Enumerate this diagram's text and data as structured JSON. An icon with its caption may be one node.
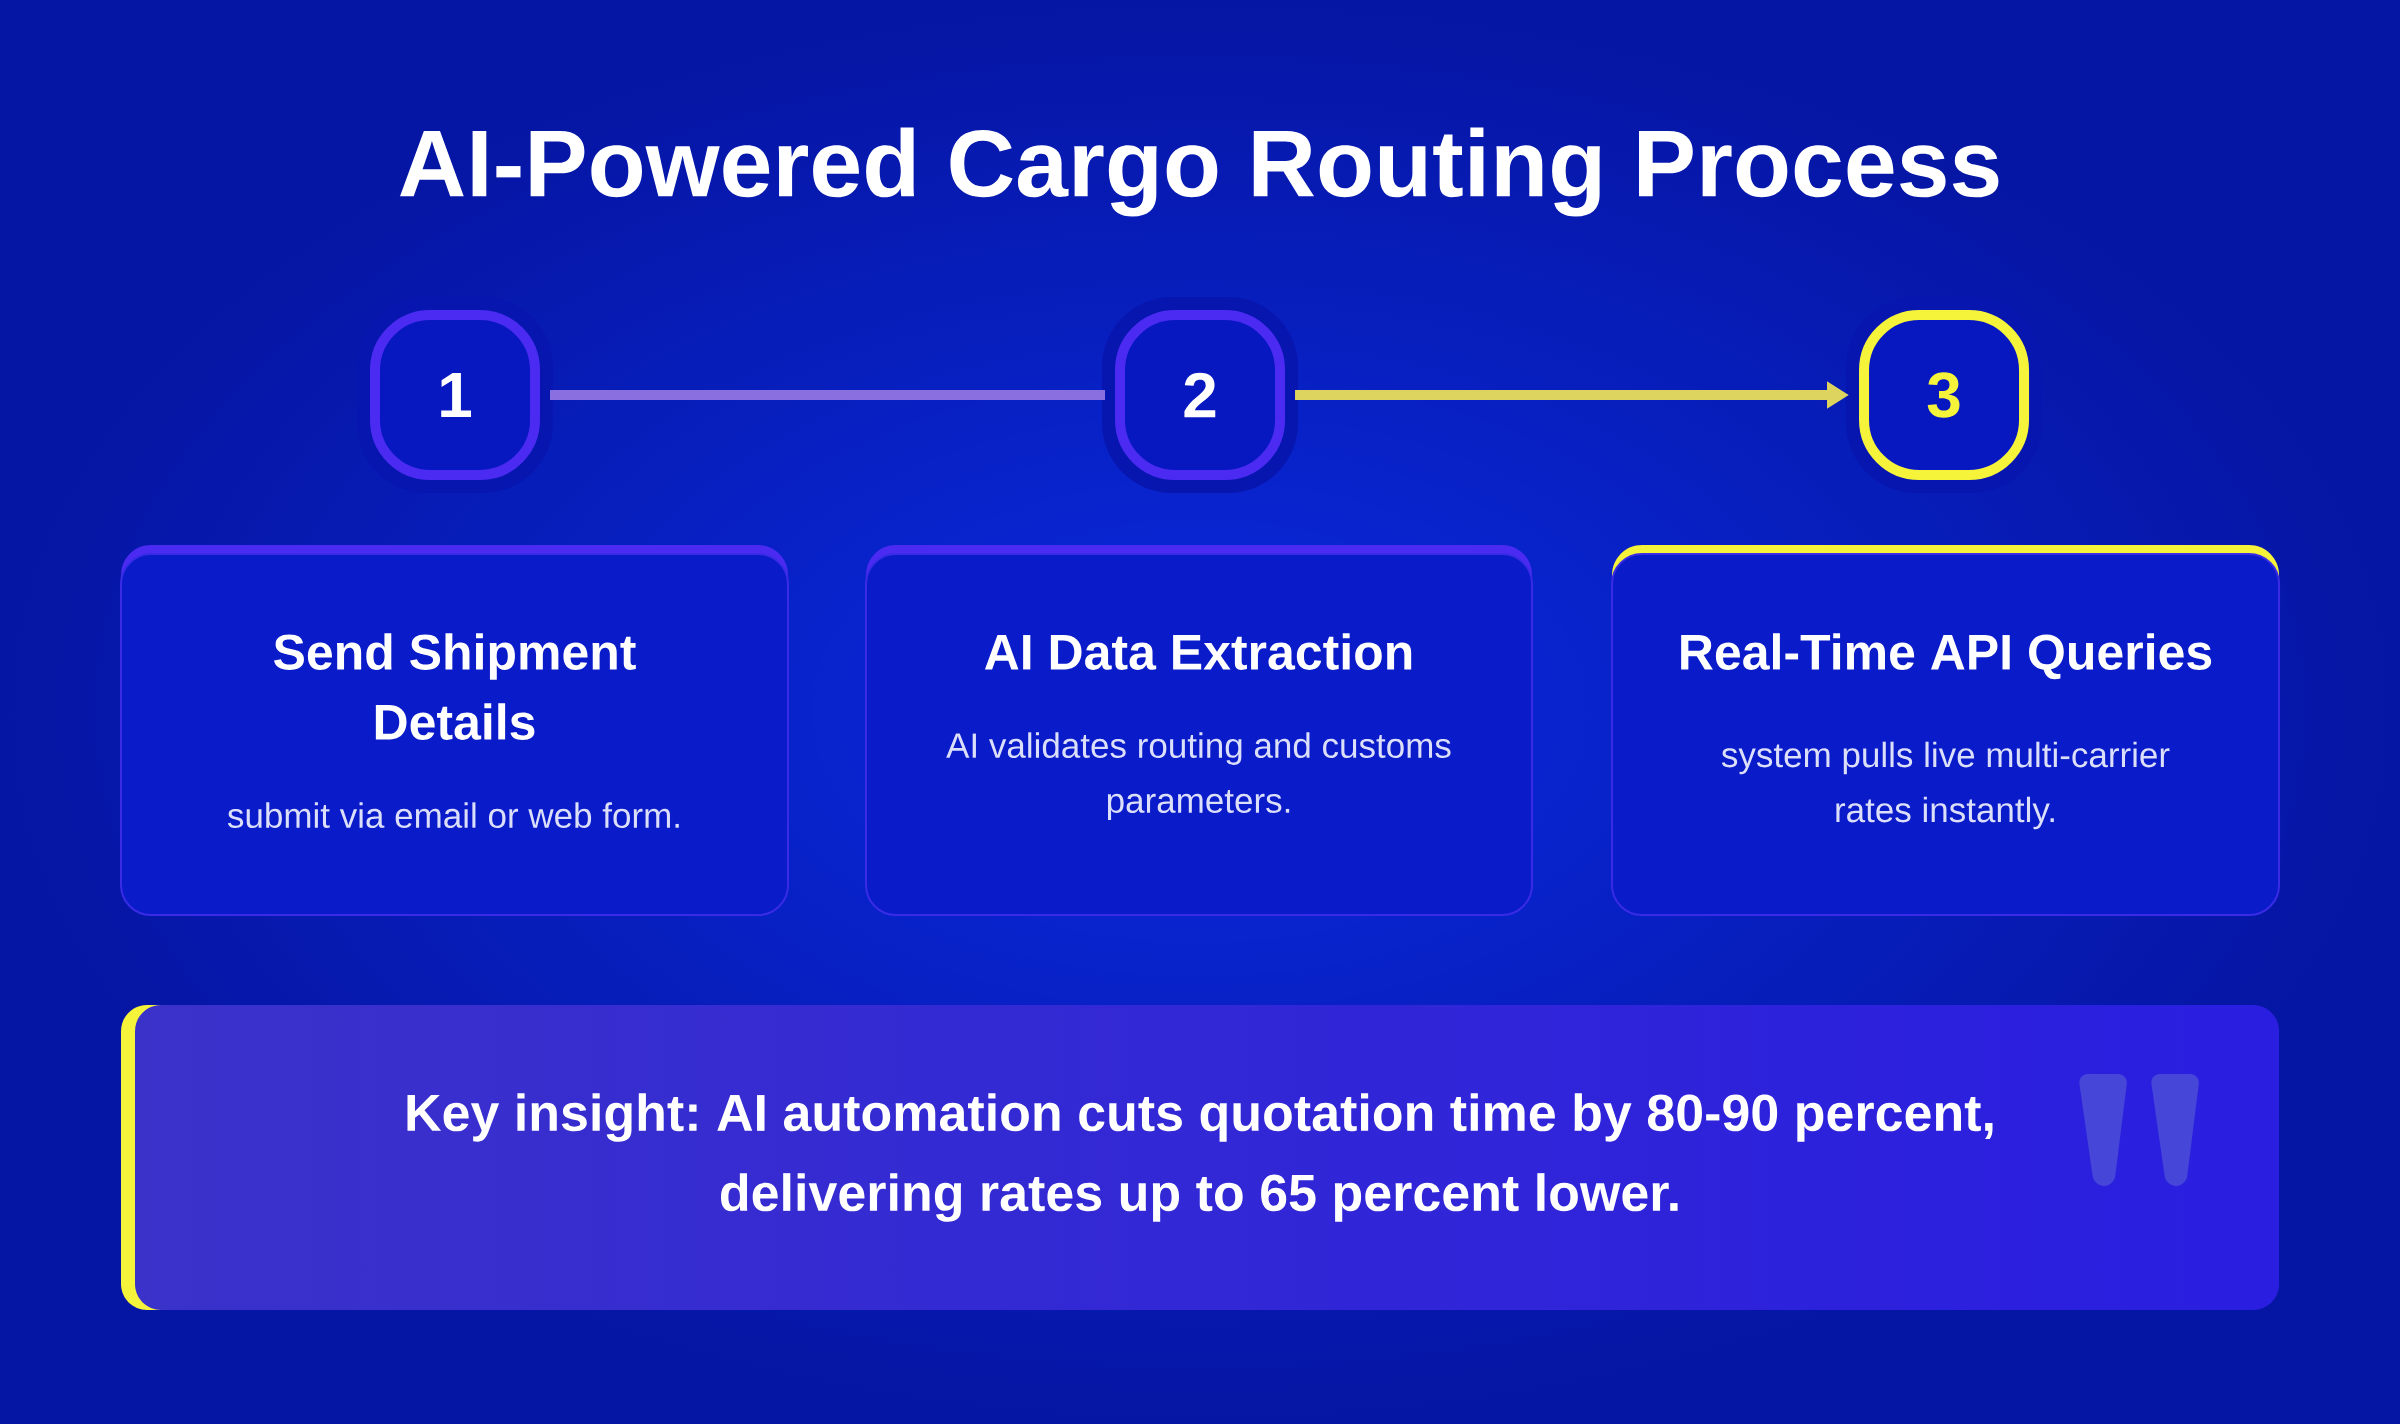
{
  "diagram": {
    "title": "AI-Powered Cargo Routing Process",
    "nodes": [
      {
        "text": [
          "1"
        ]
      },
      {
        "text": [
          "2"
        ]
      },
      {
        "text": [
          "3"
        ]
      },
      {
        "text": [
          "Send Shipment Details",
          "submit via email or web form."
        ]
      },
      {
        "text": [
          "AI Data Extraction",
          "AI validates routing and customs parameters."
        ]
      },
      {
        "text": [
          "Real-Time API Queries",
          "system pulls live multi-carrier rates instantly."
        ]
      },
      {
        "text": [
          "Key insight: AI automation cuts quotation time by 80-90 percent, delivering rates up to 65 percent lower."
        ]
      }
    ],
    "edges": [
      {
        "from": 0,
        "to": 1,
        "arrow": "none",
        "color": "#8a6fe0"
      },
      {
        "from": 1,
        "to": 2,
        "arrow": "to",
        "color": "#dcd45e"
      }
    ]
  }
}
